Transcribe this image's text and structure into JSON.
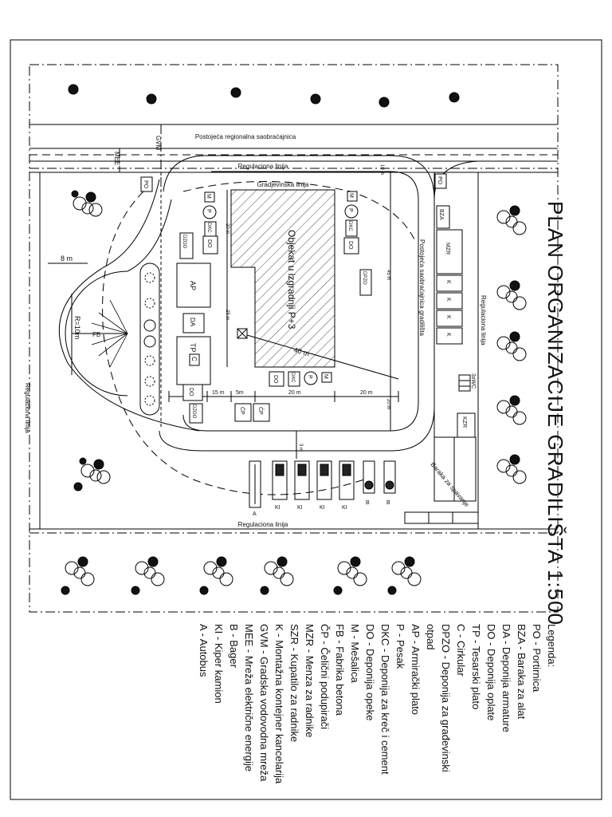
{
  "title": "PLAN ORGANIZACIJE GRADILIŠTA 1:500",
  "legend": {
    "heading": "Legenda:",
    "items": [
      "PO - Portirnica",
      "BZA - Baraka za alat",
      "DA - Deponija armature",
      "DO - Deponija oplate",
      "TP - Tesarski plato",
      "C - Cirkular",
      "DPZO - Deponija za građevinski",
      "otpad",
      "AP - Armirački plato",
      "P - Pesak",
      "DKC - Deponija za kreč i cement",
      "DO - Deponija opeke",
      "M - Mešalica",
      "FB - Fabrika betona",
      "ČP - Čelični podupirači",
      "MZR - Menza za radnike",
      "SZR - Kupatilo za radnike",
      "K - Montažna kontejner kancelarija",
      "GVM - Gradska vodovodna mreža",
      "MEE - Mreža električne energije",
      "B - Bager",
      "KI - Kiper kamion",
      "A - Autobus"
    ]
  },
  "labels": {
    "road": "Postojeća regionalna saobraćajnica",
    "reg_top": "Regulaciona linija",
    "reg_bottom": "Regulaciona linija",
    "reg_left": "Regulaciona linija",
    "reg_right": "Regulaciona linija",
    "build_line": "Gradjevinska linija",
    "site_road": "Postojeća saobraćajnica gradilišta",
    "building": "Objekat u izgradnji P+3",
    "gvm": "GVM",
    "mee": "MEE",
    "dorm": "Baraka za spavanje",
    "crane_radius": "40 m",
    "fb_radius": "R=10m",
    "width_8": "8 m"
  },
  "dims": {
    "d15": "15 m",
    "d5": "5m",
    "d20a": "20 m",
    "d20b": "20 m",
    "d10": "10 m",
    "d20v": "20 m",
    "d25": "25 m",
    "d45": "45 m",
    "d20r": "20 m",
    "d3": "3 m"
  },
  "facilities": {
    "po_top": "PO",
    "po_right": "PO",
    "bza": "BZA",
    "mzr": "MZR",
    "k1": "K",
    "k2": "K",
    "k3": "K",
    "k4": "K",
    "wc": "3xWC",
    "kzr": "KZR",
    "dpzo_top": "DPZO",
    "dzgo_left": "DZGO",
    "dzgo_bottom": "DZGO",
    "ap": "AP",
    "da": "DA",
    "tp": "TP",
    "c": "C",
    "do1": "DO",
    "do2": "DO",
    "do3": "DO",
    "do4": "DO",
    "m1": "M",
    "m2": "M",
    "m3": "M",
    "p1": "P",
    "p2": "P",
    "p3": "P",
    "dkc1": "DKC",
    "dkc2": "DKC",
    "dkc3": "DKC",
    "cp1": "ČP",
    "cp2": "ČP",
    "fb": "FB"
  },
  "vehicles": [
    "A",
    "KI",
    "KI",
    "KI",
    "KI",
    "B",
    "B"
  ]
}
